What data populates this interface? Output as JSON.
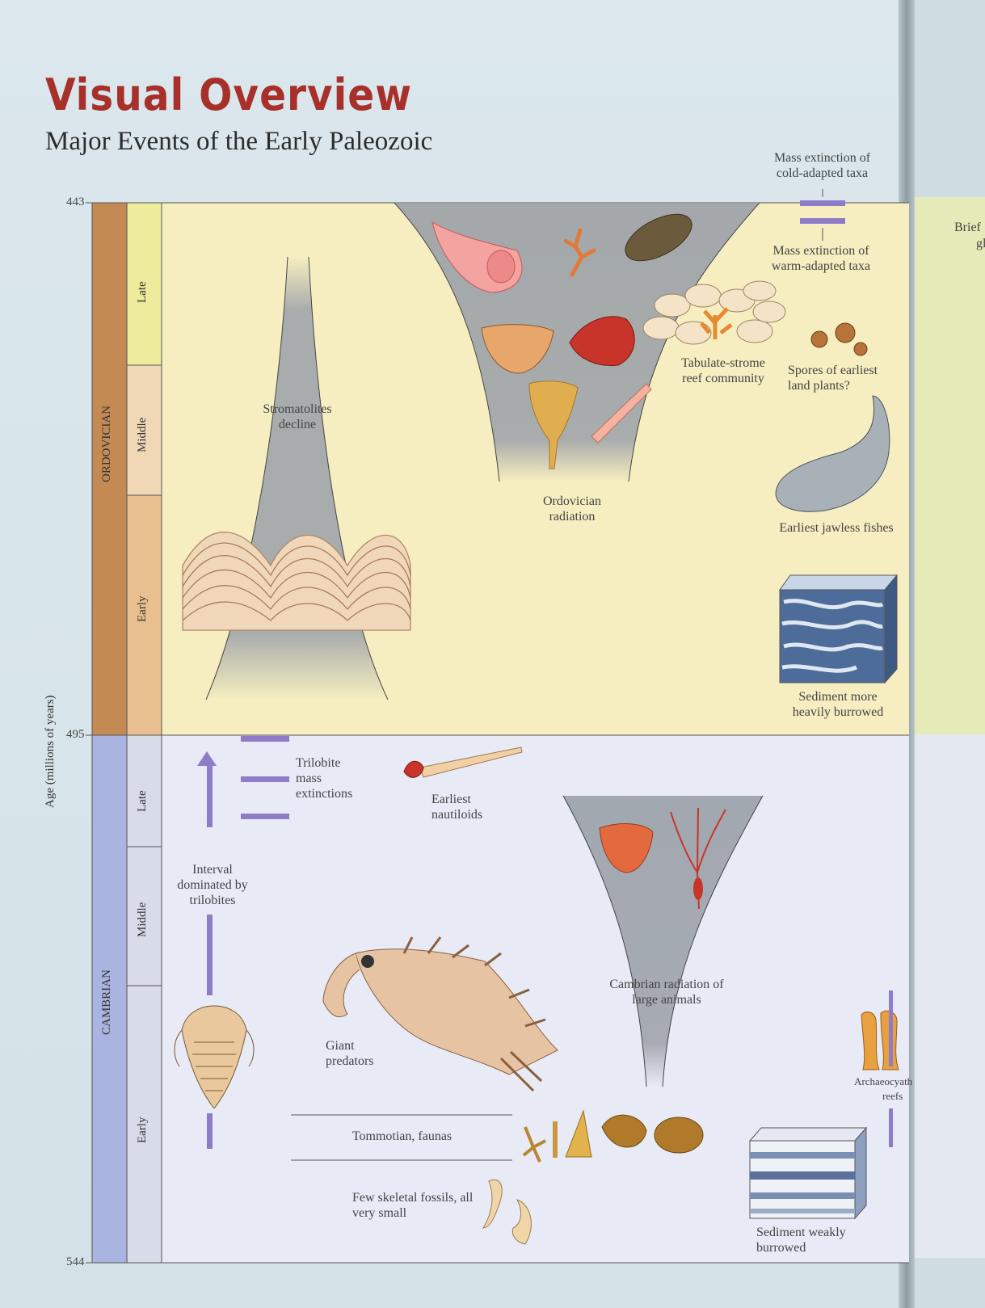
{
  "header": {
    "title": "Visual Overview",
    "subtitle": "Major Events of the Early Paleozoic"
  },
  "axis": {
    "label": "Age (millions of years)",
    "ticks": [
      "443",
      "495",
      "544"
    ]
  },
  "periods": [
    {
      "name": "ORDOVICIAN",
      "color": "#c48a54",
      "epochs": [
        "Late",
        "Middle",
        "Early"
      ]
    },
    {
      "name": "CAMBRIAN",
      "color": "#a9b4e0",
      "epochs": [
        "Late",
        "Middle",
        "Early"
      ]
    }
  ],
  "colors": {
    "ordovician_bg": "#f6eec0",
    "cambrian_bg": "#e8eaf6",
    "extinction_bar": "#8f7cc9",
    "title": "#a7302a"
  },
  "ordovician": {
    "stromatolites": "Stromatolites decline",
    "radiation": "Ordovician radiation",
    "tabulate": "Tabulate-strome reef community",
    "spores": "Spores of earliest land plants?",
    "fishes": "Earliest jawless fishes",
    "sediment": "Sediment more heavily burrowed",
    "mass_cold": "Mass extinction of cold-adapted taxa",
    "mass_warm": "Mass extinction of warm-adapted taxa"
  },
  "cambrian": {
    "trilobite_ext": "Trilobite mass extinctions",
    "nautiloids": "Earliest nautiloids",
    "interval": "Interval dominated by trilobites",
    "cambrian_rad": "Cambrian radiation of large animals",
    "giant": "Giant predators",
    "tommotian": "Tommotian, faunas",
    "few_fossils": "Few skeletal fossils, all very small",
    "sediment": "Sediment weakly burrowed"
  },
  "right_page": {
    "brief": "Brief",
    "gl": "gl",
    "archaeo": "Archaeocyath",
    "reefs": "reefs"
  }
}
